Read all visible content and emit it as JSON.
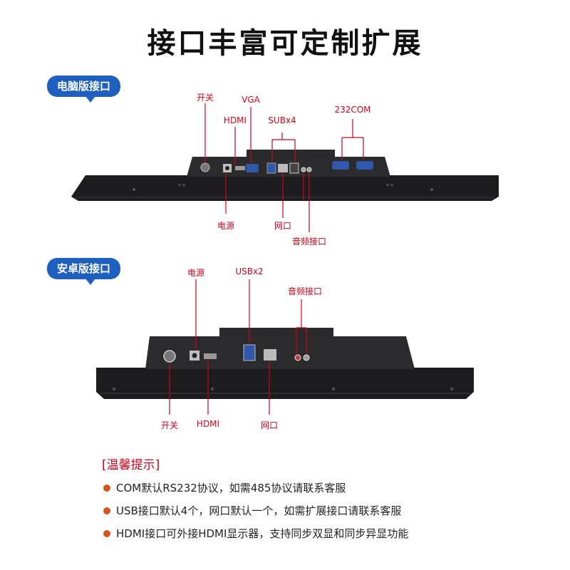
{
  "page_title": "接口丰富可定制扩展",
  "pc": {
    "tag": "电脑版接口",
    "labels": {
      "switch": "开关",
      "vga": "VGA",
      "hdmi": "HDMI",
      "usb": "SUBx4",
      "com": "232COM",
      "power": "电源",
      "lan": "网口",
      "audio": "音频接口"
    }
  },
  "android": {
    "tag": "安卓版接口",
    "labels": {
      "power": "电源",
      "usb": "USBx2",
      "audio": "音频接口",
      "switch": "开关",
      "hdmi": "HDMI",
      "lan": "网口"
    }
  },
  "tips": {
    "title": "[温馨提示]",
    "items": [
      "COM默认RS232协议，如需485协议请联系客服",
      "USB接口默认4个，网口默认一个，如需扩展接口请联系客服",
      "HDMI接口可外接HDMI显示器，支持同步双显和同步异显功能"
    ]
  },
  "colors": {
    "tag_bg": "#1f5fbf",
    "label_red": "#d0021b",
    "bullet": "#d2531b",
    "device": "#1c1c1e"
  }
}
